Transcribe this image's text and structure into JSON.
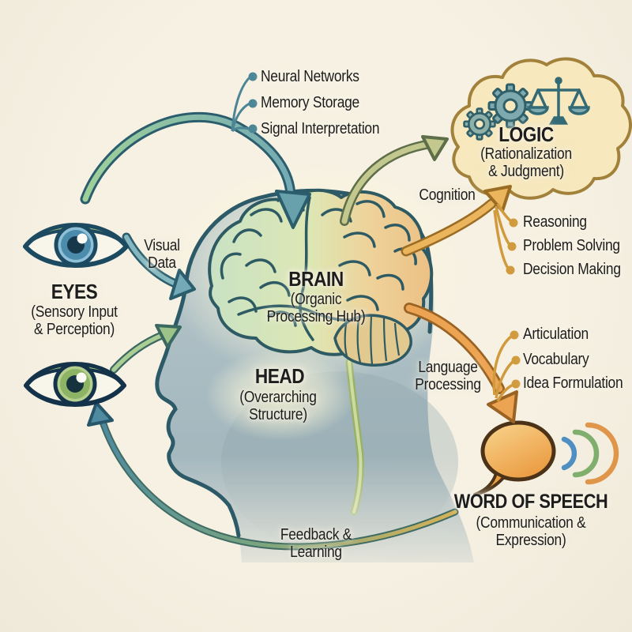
{
  "palette": {
    "background": "#f4efe2",
    "ink": "#1d1d1d",
    "teal": "#2e6070",
    "teal_fill": "#74aab8",
    "green": "#9cc489",
    "olive": "#c3c98e",
    "amber": "#e0a94f",
    "orange": "#eda452",
    "cloud_fill": "#f7e8bd",
    "cloud_border": "#a2823b",
    "bubble_orange": "#ec9e45",
    "wave_blue": "#4f8fc2",
    "wave_green": "#7fae6d",
    "wave_orange": "#e0964a"
  },
  "eyes": {
    "label": "EYES",
    "sublabel": "(Sensory Input & Perception)"
  },
  "visual_data_label": "Visual Data",
  "brain": {
    "label": "BRAIN",
    "sublabel": "(Organic Processing Hub)",
    "functions": [
      "Neural Networks",
      "Memory Storage",
      "Signal Interpretation"
    ]
  },
  "head": {
    "label": "HEAD",
    "sublabel": "(Overarching Structure)"
  },
  "logic": {
    "label": "LOGIC",
    "sublabel": "(Rationalization & Judgment)",
    "flow_label": "Cognition",
    "outputs": [
      "Reasoning",
      "Problem Solving",
      "Decision Making"
    ]
  },
  "speech": {
    "label": "WORD OF SPEECH",
    "sublabel": "(Communication & Expression)",
    "flow_label": "Language Processing",
    "outputs": [
      "Articulation",
      "Vocabulary",
      "Idea Formulation"
    ]
  },
  "feedback_label": "Feedback & Learning",
  "icons": {
    "logic": [
      "gear-icon",
      "gear-icon",
      "balance-scale-icon"
    ],
    "speech": [
      "speech-bubble-icon",
      "sound-waves-icon"
    ],
    "eyes": [
      "eye-icon",
      "eye-icon"
    ]
  }
}
